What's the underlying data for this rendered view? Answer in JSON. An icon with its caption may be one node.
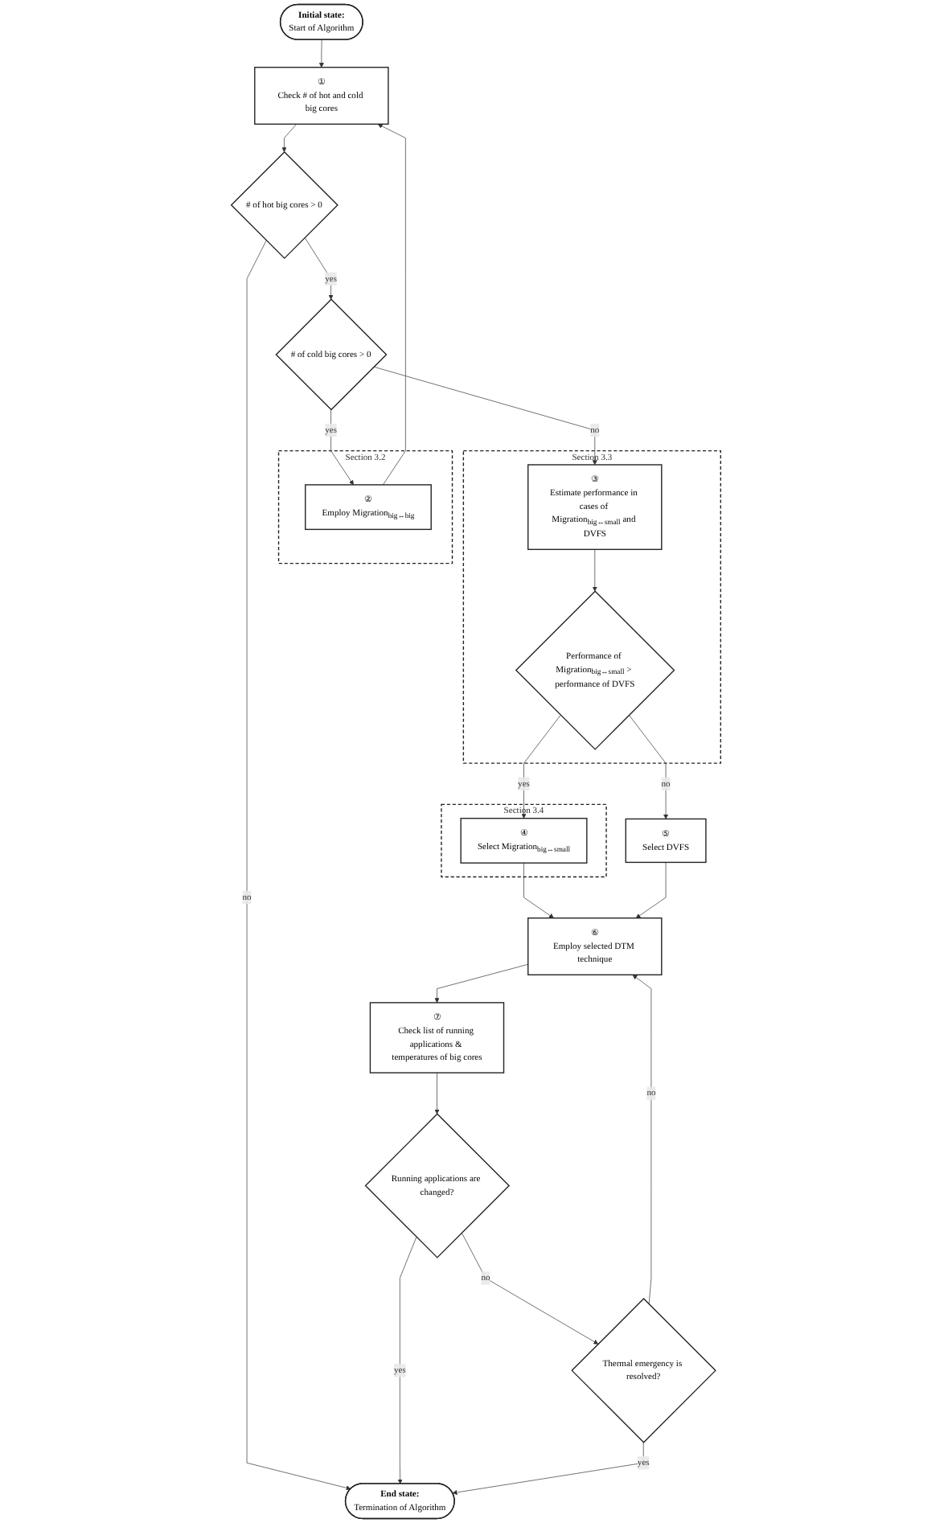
{
  "diagram": {
    "nodes": [
      {
        "text": [
          "Initial state:",
          "Start of Algorithm"
        ]
      },
      {
        "text": [
          "①",
          "Check # of hot and cold big cores"
        ]
      },
      {
        "text": [
          "Section 3.2"
        ]
      },
      {
        "text": [
          "②",
          "Employ Migration$_{big↔big}$"
        ],
        "in": 2
      },
      {
        "text": [
          "# of hot big cores > 0"
        ]
      },
      {
        "text": [
          "# of cold big cores > 0"
        ]
      },
      {
        "text": [
          "Section 3.4"
        ]
      },
      {
        "text": [
          "④",
          "Select Migration$_{big↔small}$"
        ],
        "in": 6
      },
      {
        "text": [
          "Section 3.3"
        ]
      },
      {
        "text": [
          "③",
          "Estimate performance in cases of Migration$_{big↔small}$ and DVFS"
        ],
        "in": 8
      },
      {
        "text": [
          "Performance of Migration$_{big↔small}$ > performance of DVFS"
        ],
        "in": 8
      },
      {
        "text": [
          "⑤",
          "Select DVFS"
        ]
      },
      {
        "text": [
          "⑥",
          "Employ selected DTM technique"
        ]
      },
      {
        "text": [
          "⑦",
          "Check list of running applications & temperatures of big cores"
        ]
      },
      {
        "text": [
          "Running applications are changed?"
        ]
      },
      {
        "text": [
          "Thermal emergency is resolved?"
        ]
      },
      {
        "text": [
          "End state:",
          "Termination of Algorithm"
        ]
      }
    ],
    "edges": [
      {
        "from": 0,
        "to": 1,
        "arrow": "to"
      },
      {
        "from": 3,
        "to": 1,
        "arrow": "to"
      },
      {
        "from": 1,
        "to": 4,
        "arrow": "to"
      },
      {
        "from": 4,
        "to": 5,
        "arrow": "to",
        "label": "yes"
      },
      {
        "from": 4,
        "to": 16,
        "arrow": "to",
        "label": "no"
      },
      {
        "from": 5,
        "to": 3,
        "arrow": "to",
        "label": "yes"
      },
      {
        "from": 5,
        "to": 9,
        "arrow": "to",
        "label": "no"
      },
      {
        "from": 9,
        "to": 10,
        "arrow": "to"
      },
      {
        "from": 10,
        "to": 7,
        "arrow": "to",
        "label": "yes"
      },
      {
        "from": 10,
        "to": 11,
        "arrow": "to",
        "label": "no"
      },
      {
        "from": 7,
        "to": 12,
        "arrow": "to"
      },
      {
        "from": 11,
        "to": 12,
        "arrow": "to"
      },
      {
        "from": 12,
        "to": 13,
        "arrow": "to"
      },
      {
        "from": 13,
        "to": 14,
        "arrow": "to"
      },
      {
        "from": 14,
        "to": 16,
        "arrow": "to",
        "label": "yes"
      },
      {
        "from": 14,
        "to": 15,
        "arrow": "to",
        "label": "no"
      },
      {
        "from": 15,
        "to": 12,
        "arrow": "to",
        "label": "no"
      },
      {
        "from": 15,
        "to": 16,
        "arrow": "to",
        "label": "yes"
      }
    ]
  }
}
